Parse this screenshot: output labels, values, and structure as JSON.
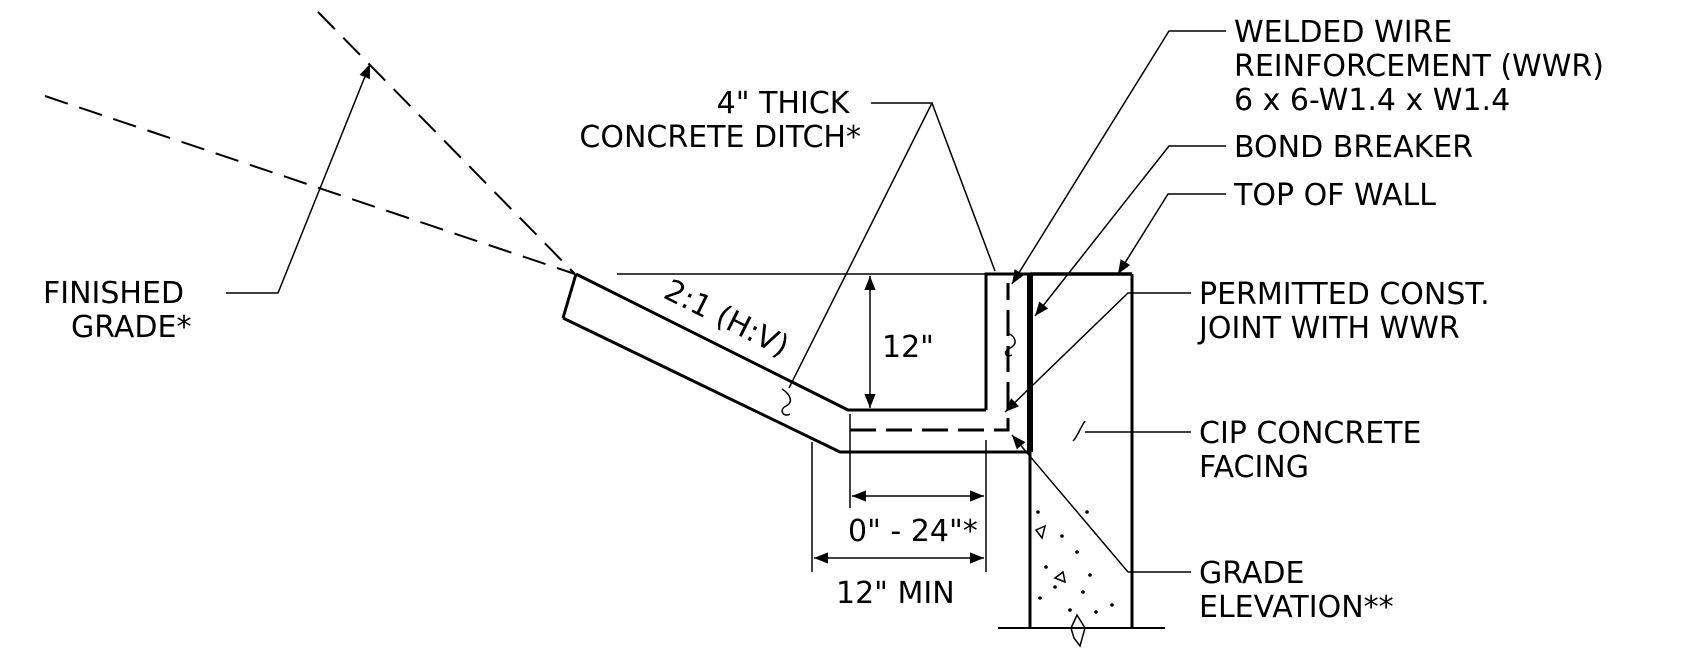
{
  "labels": {
    "finished_grade": [
      "FINISHED",
      "GRADE*"
    ],
    "concrete_ditch": [
      "4\" THICK",
      "CONCRETE DITCH*"
    ],
    "wwr": [
      "WELDED WIRE",
      "REINFORCEMENT (WWR)",
      "6 x 6-W1.4 x W1.4"
    ],
    "bond_breaker": "BOND BREAKER",
    "top_of_wall": "TOP OF WALL",
    "const_joint": [
      "PERMITTED CONST.",
      "JOINT WITH WWR"
    ],
    "cip_facing": [
      "CIP CONCRETE",
      "FACING"
    ],
    "grade_elevation": [
      "GRADE",
      "ELEVATION**"
    ]
  },
  "dimensions": {
    "slope": "2:1 (H:V)",
    "ditch_height": "12\"",
    "ditch_width": "0\" - 24\"*",
    "min_width": "12\" MIN"
  }
}
